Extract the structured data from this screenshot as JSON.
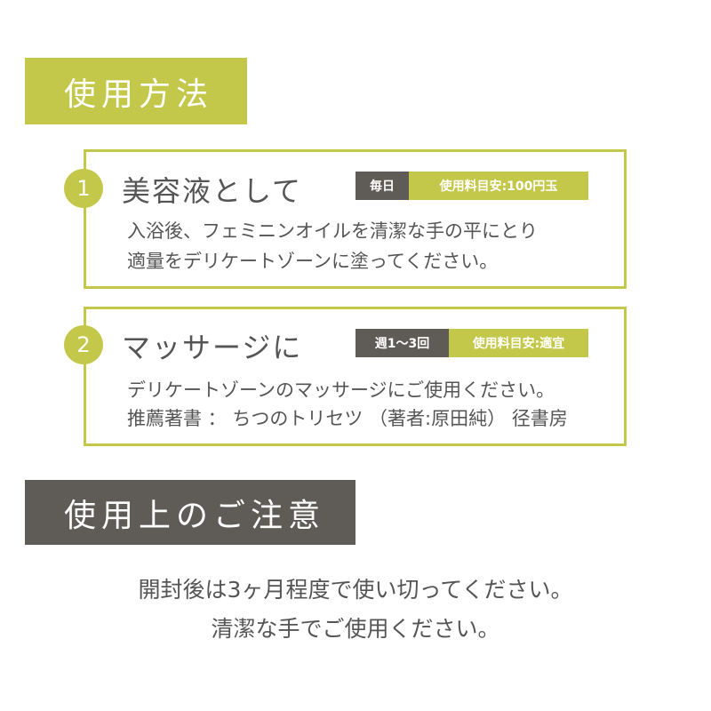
{
  "usage_header": "使用方法",
  "steps": [
    {
      "number": "1",
      "title": "美容液として",
      "badge_freq": "毎日",
      "badge_amount": "使用料目安:100円玉",
      "lines": [
        "入浴後、フェミニンオイルを清潔な手の平にとり",
        "適量をデリケートゾーンに塗ってください。"
      ]
    },
    {
      "number": "2",
      "title": "マッサージに",
      "badge_freq": "週1～3回",
      "badge_amount": "使用料目安:適宜",
      "lines": [
        "デリケートゾーンのマッサージにご使用ください。",
        "推薦著書 ： ちつのトリセツ （著者:原田純） 径書房"
      ]
    }
  ],
  "caution_header": "使用上のご注意",
  "caution_lines": [
    "開封後は3ヶ月程度で使い切ってください。",
    "清潔な手でご使用ください。"
  ],
  "colors": {
    "accent": "#c4c84a",
    "dark": "#5f5b56"
  }
}
